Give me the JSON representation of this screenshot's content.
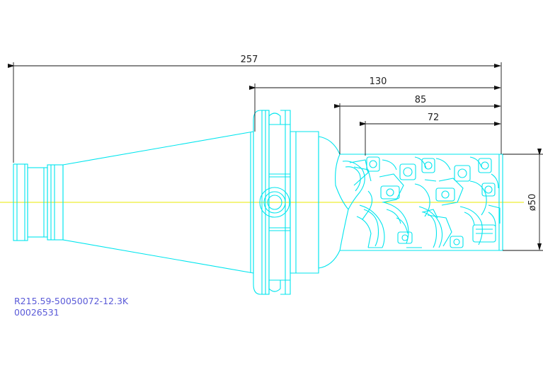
{
  "dimensions": {
    "overall_length": "257",
    "length_130": "130",
    "length_85": "85",
    "length_72": "72",
    "diameter": "ø50"
  },
  "part": {
    "code": "R215.59-50050072-12.3K",
    "number": "00026531"
  },
  "colors": {
    "outline": "#00e5ee",
    "centerline": "#e8e800",
    "dimension": "#111111",
    "code_text": "#5a5ad8"
  }
}
